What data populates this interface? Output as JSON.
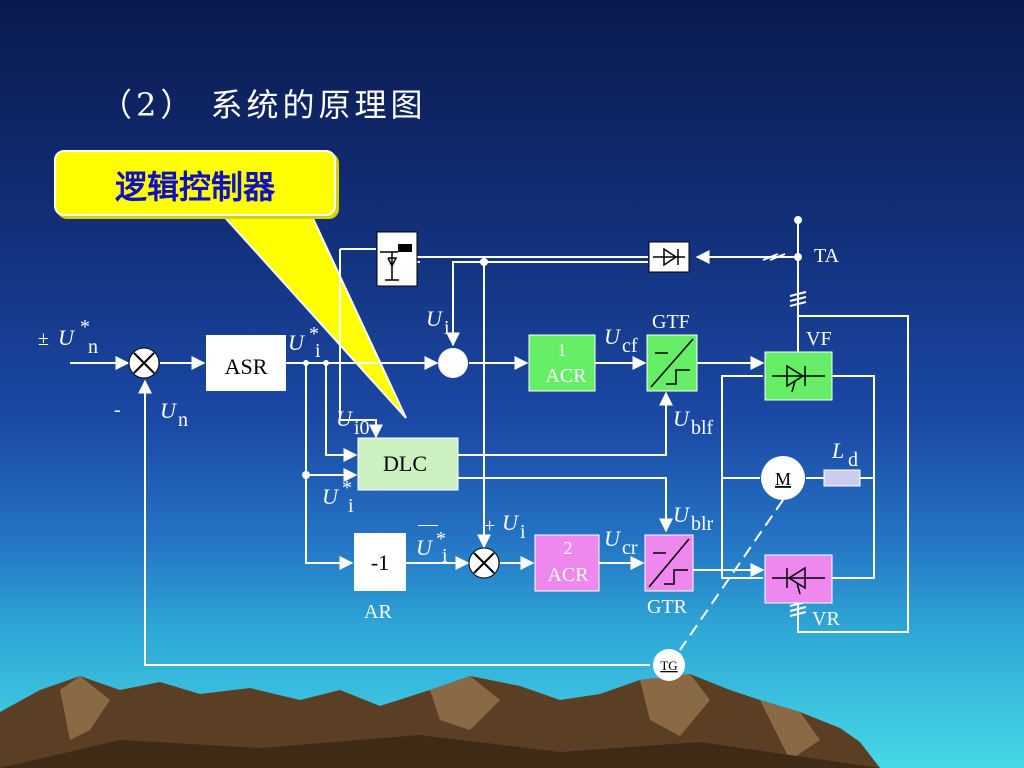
{
  "title": "（2）  系统的原理图",
  "callout": "逻辑控制器",
  "blocks": {
    "asr": "ASR",
    "acr1_num": "1",
    "acr1": "ACR",
    "acr2_num": "2",
    "acr2": "ACR",
    "dlc": "DLC",
    "ar_block": "-1",
    "ar": "AR",
    "gtf": "GTF",
    "gtr": "GTR",
    "vf": "VF",
    "vr": "VR",
    "ta": "TA",
    "motor": "M",
    "tg": "TG"
  },
  "labels": {
    "un_star_sign": "±",
    "u": "U",
    "star": "*",
    "n": "n",
    "i": "i",
    "i0": "i0",
    "cf": "cf",
    "cr": "cr",
    "blf": "blf",
    "blr": "blr",
    "minus": "-",
    "plus": "+",
    "overbar": "—",
    "ld": "L",
    "d": "d"
  },
  "colors": {
    "green_block": "#66ee66",
    "pink_block": "#ee88ee",
    "dlc_block": "#ccf0c0",
    "callout_bg": "#ffff00"
  }
}
